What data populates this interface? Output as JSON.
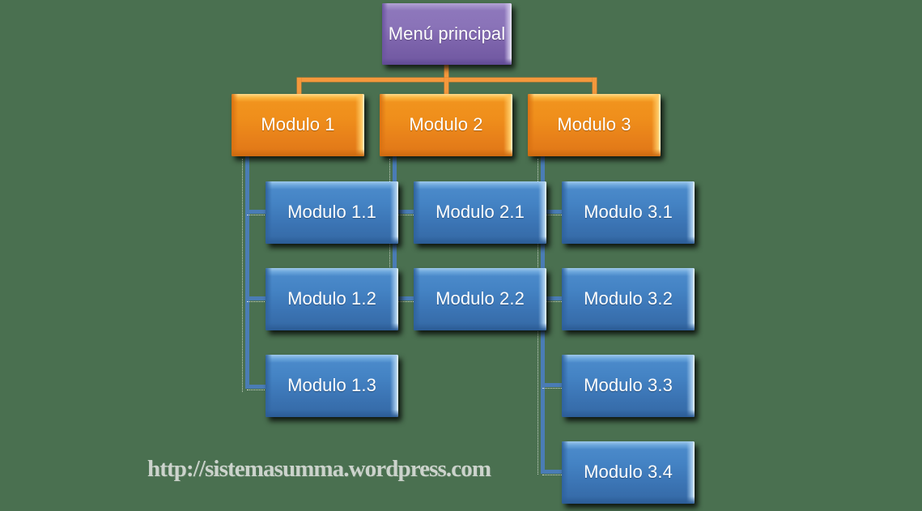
{
  "diagram": {
    "title": "Menu hierarchy diagram",
    "background_color": "#4a7050",
    "root": {
      "label": "Menú principal",
      "color": "#8a73b8"
    },
    "level1_color": "#ef8e1b",
    "level2_color": "#4483c4",
    "connector_color_level1": "#f4983c",
    "connector_color_level2": "#4a7cb5",
    "branches": [
      {
        "label": "Modulo 1",
        "children": [
          {
            "label": "Modulo 1.1"
          },
          {
            "label": "Modulo 1.2"
          },
          {
            "label": "Modulo 1.3"
          }
        ]
      },
      {
        "label": "Modulo 2",
        "children": [
          {
            "label": "Modulo 2.1"
          },
          {
            "label": "Modulo 2.2"
          }
        ]
      },
      {
        "label": "Modulo 3",
        "children": [
          {
            "label": "Modulo 3.1"
          },
          {
            "label": "Modulo 3.2"
          },
          {
            "label": "Modulo 3.3"
          },
          {
            "label": "Modulo 3.4"
          }
        ]
      }
    ]
  },
  "watermark": {
    "text": "http://sistemasumma.wordpress.com"
  }
}
